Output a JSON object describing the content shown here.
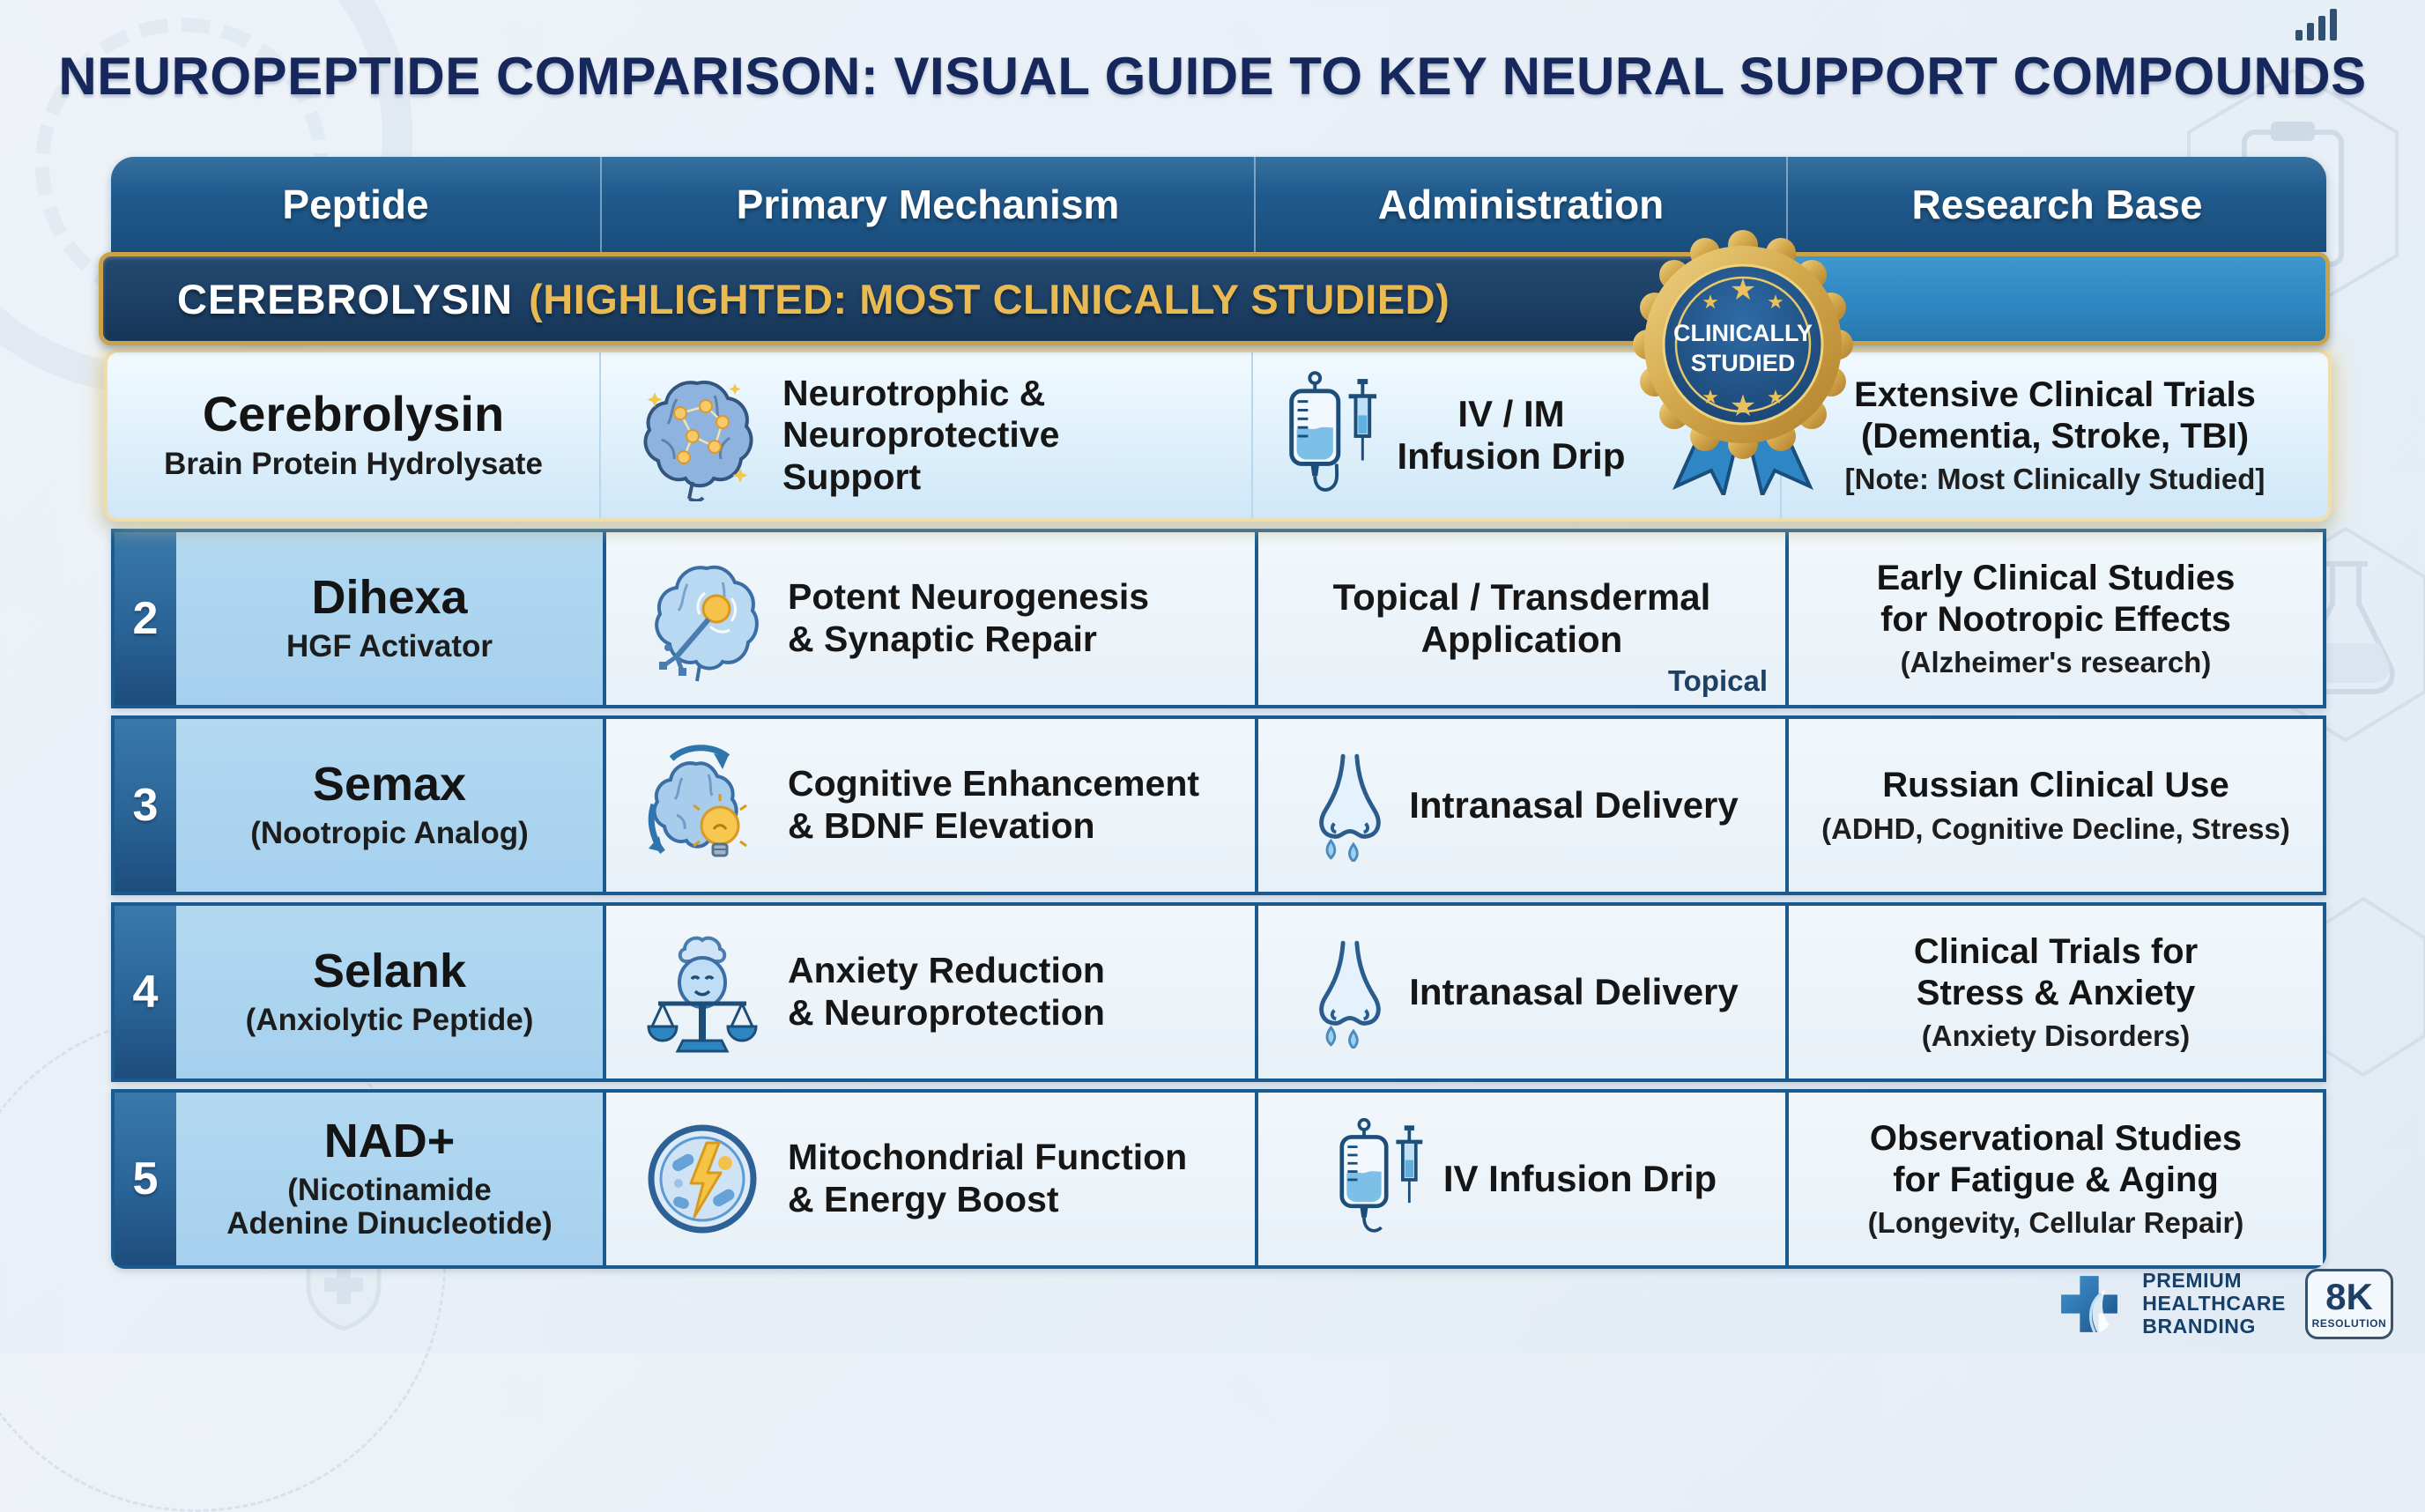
{
  "title": "NEUROPEPTIDE COMPARISON: VISUAL GUIDE TO KEY NEURAL SUPPORT COMPOUNDS",
  "header": {
    "columns": [
      "Peptide",
      "Primary Mechanism",
      "Administration",
      "Research Base"
    ]
  },
  "banner": {
    "name": "CEREBROLYSIN",
    "note": "(HIGHLIGHTED: MOST CLINICALLY STUDIED)"
  },
  "badge": {
    "line1": "CLINICALLY",
    "line2": "STUDIED"
  },
  "rows": [
    {
      "name": "Cerebrolysin",
      "subtitle": "Brain Protein Hydrolysate",
      "mechanism": "Neurotrophic &\nNeuroprotective\nSupport",
      "mechanism_icon": "brain-network-icon",
      "administration": "IV / IM\nInfusion Drip",
      "admin_icon": "iv-infusion-icon",
      "research": "Extensive Clinical Trials\n(Dementia, Stroke, TBI)",
      "research_note": "[Note: Most Clinically Studied]",
      "highlighted": true
    },
    {
      "rank": "2",
      "name": "Dihexa",
      "subtitle": "HGF Activator",
      "mechanism": "Potent Neurogenesis\n& Synaptic Repair",
      "mechanism_icon": "brain-synapse-icon",
      "administration": "Topical / Transdermal\nApplication",
      "admin_note": "Topical",
      "research": "Early Clinical Studies\nfor Nootropic Effects",
      "research_note": "(Alzheimer's research)"
    },
    {
      "rank": "3",
      "name": "Semax",
      "subtitle": "(Nootropic Analog)",
      "mechanism": "Cognitive Enhancement\n& BDNF Elevation",
      "mechanism_icon": "brain-bulb-icon",
      "administration": "Intranasal Delivery",
      "admin_icon": "nose-icon",
      "research": "Russian Clinical Use",
      "research_note": "(ADHD, Cognitive Decline, Stress)"
    },
    {
      "rank": "4",
      "name": "Selank",
      "subtitle": "(Anxiolytic Peptide)",
      "mechanism": "Anxiety Reduction\n& Neuroprotection",
      "mechanism_icon": "balance-scale-icon",
      "administration": "Intranasal Delivery",
      "admin_icon": "nose-icon",
      "research": "Clinical Trials for\nStress & Anxiety",
      "research_note": "(Anxiety Disorders)"
    },
    {
      "rank": "5",
      "name": "NAD+",
      "subtitle": "(Nicotinamide\nAdenine Dinucleotide)",
      "mechanism": "Mitochondrial Function\n& Energy Boost",
      "mechanism_icon": "mitochondria-icon",
      "administration": "IV Infusion Drip",
      "admin_icon": "iv-infusion-icon",
      "research": "Observational Studies\nfor Fatigue & Aging",
      "research_note": "(Longevity, Cellular Repair)"
    }
  ],
  "footer": {
    "brand": "PREMIUM\nHEALTHCARE\nBRANDING",
    "resolution_big": "8K",
    "resolution_small": "RESOLUTION"
  },
  "colors": {
    "accent_gold": "#d9ab4e",
    "navy": "#1c3e66",
    "blue": "#2e86c1",
    "header_blue": "#1d5586",
    "peptide_cell": "#a9d3ee",
    "row_bg": "#edf4fa"
  }
}
